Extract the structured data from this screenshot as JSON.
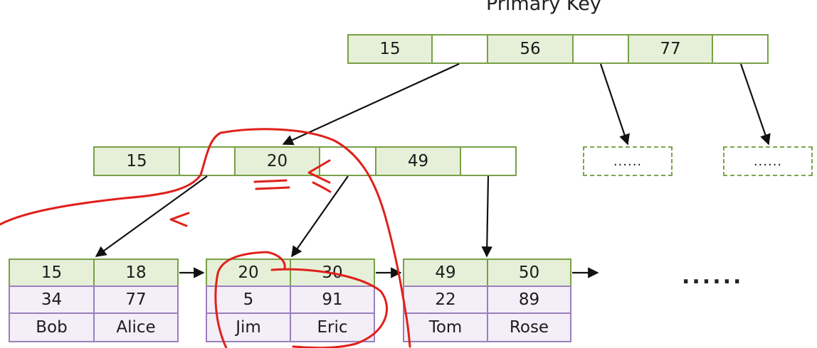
{
  "title": "Primary Key",
  "root": {
    "keys": [
      "15",
      "56",
      "77"
    ]
  },
  "internal": {
    "keys": [
      "15",
      "20",
      "49"
    ]
  },
  "placeholders": [
    "......",
    "......"
  ],
  "leaves": [
    {
      "keys": [
        "15",
        "18"
      ],
      "ages": [
        "34",
        "77"
      ],
      "names": [
        "Bob",
        "Alice"
      ]
    },
    {
      "keys": [
        "20",
        "30"
      ],
      "ages": [
        "5",
        "91"
      ],
      "names": [
        "Jim",
        "Eric"
      ]
    },
    {
      "keys": [
        "49",
        "50"
      ],
      "ages": [
        "22",
        "89"
      ],
      "names": [
        "Tom",
        "Rose"
      ]
    }
  ],
  "more_leaves": "......",
  "colors": {
    "key_fill": "#e6f0d8",
    "key_border": "#78a046",
    "data_fill": "#f3eef8",
    "data_border": "#9b7fbd",
    "annotation": "#e0201a"
  }
}
